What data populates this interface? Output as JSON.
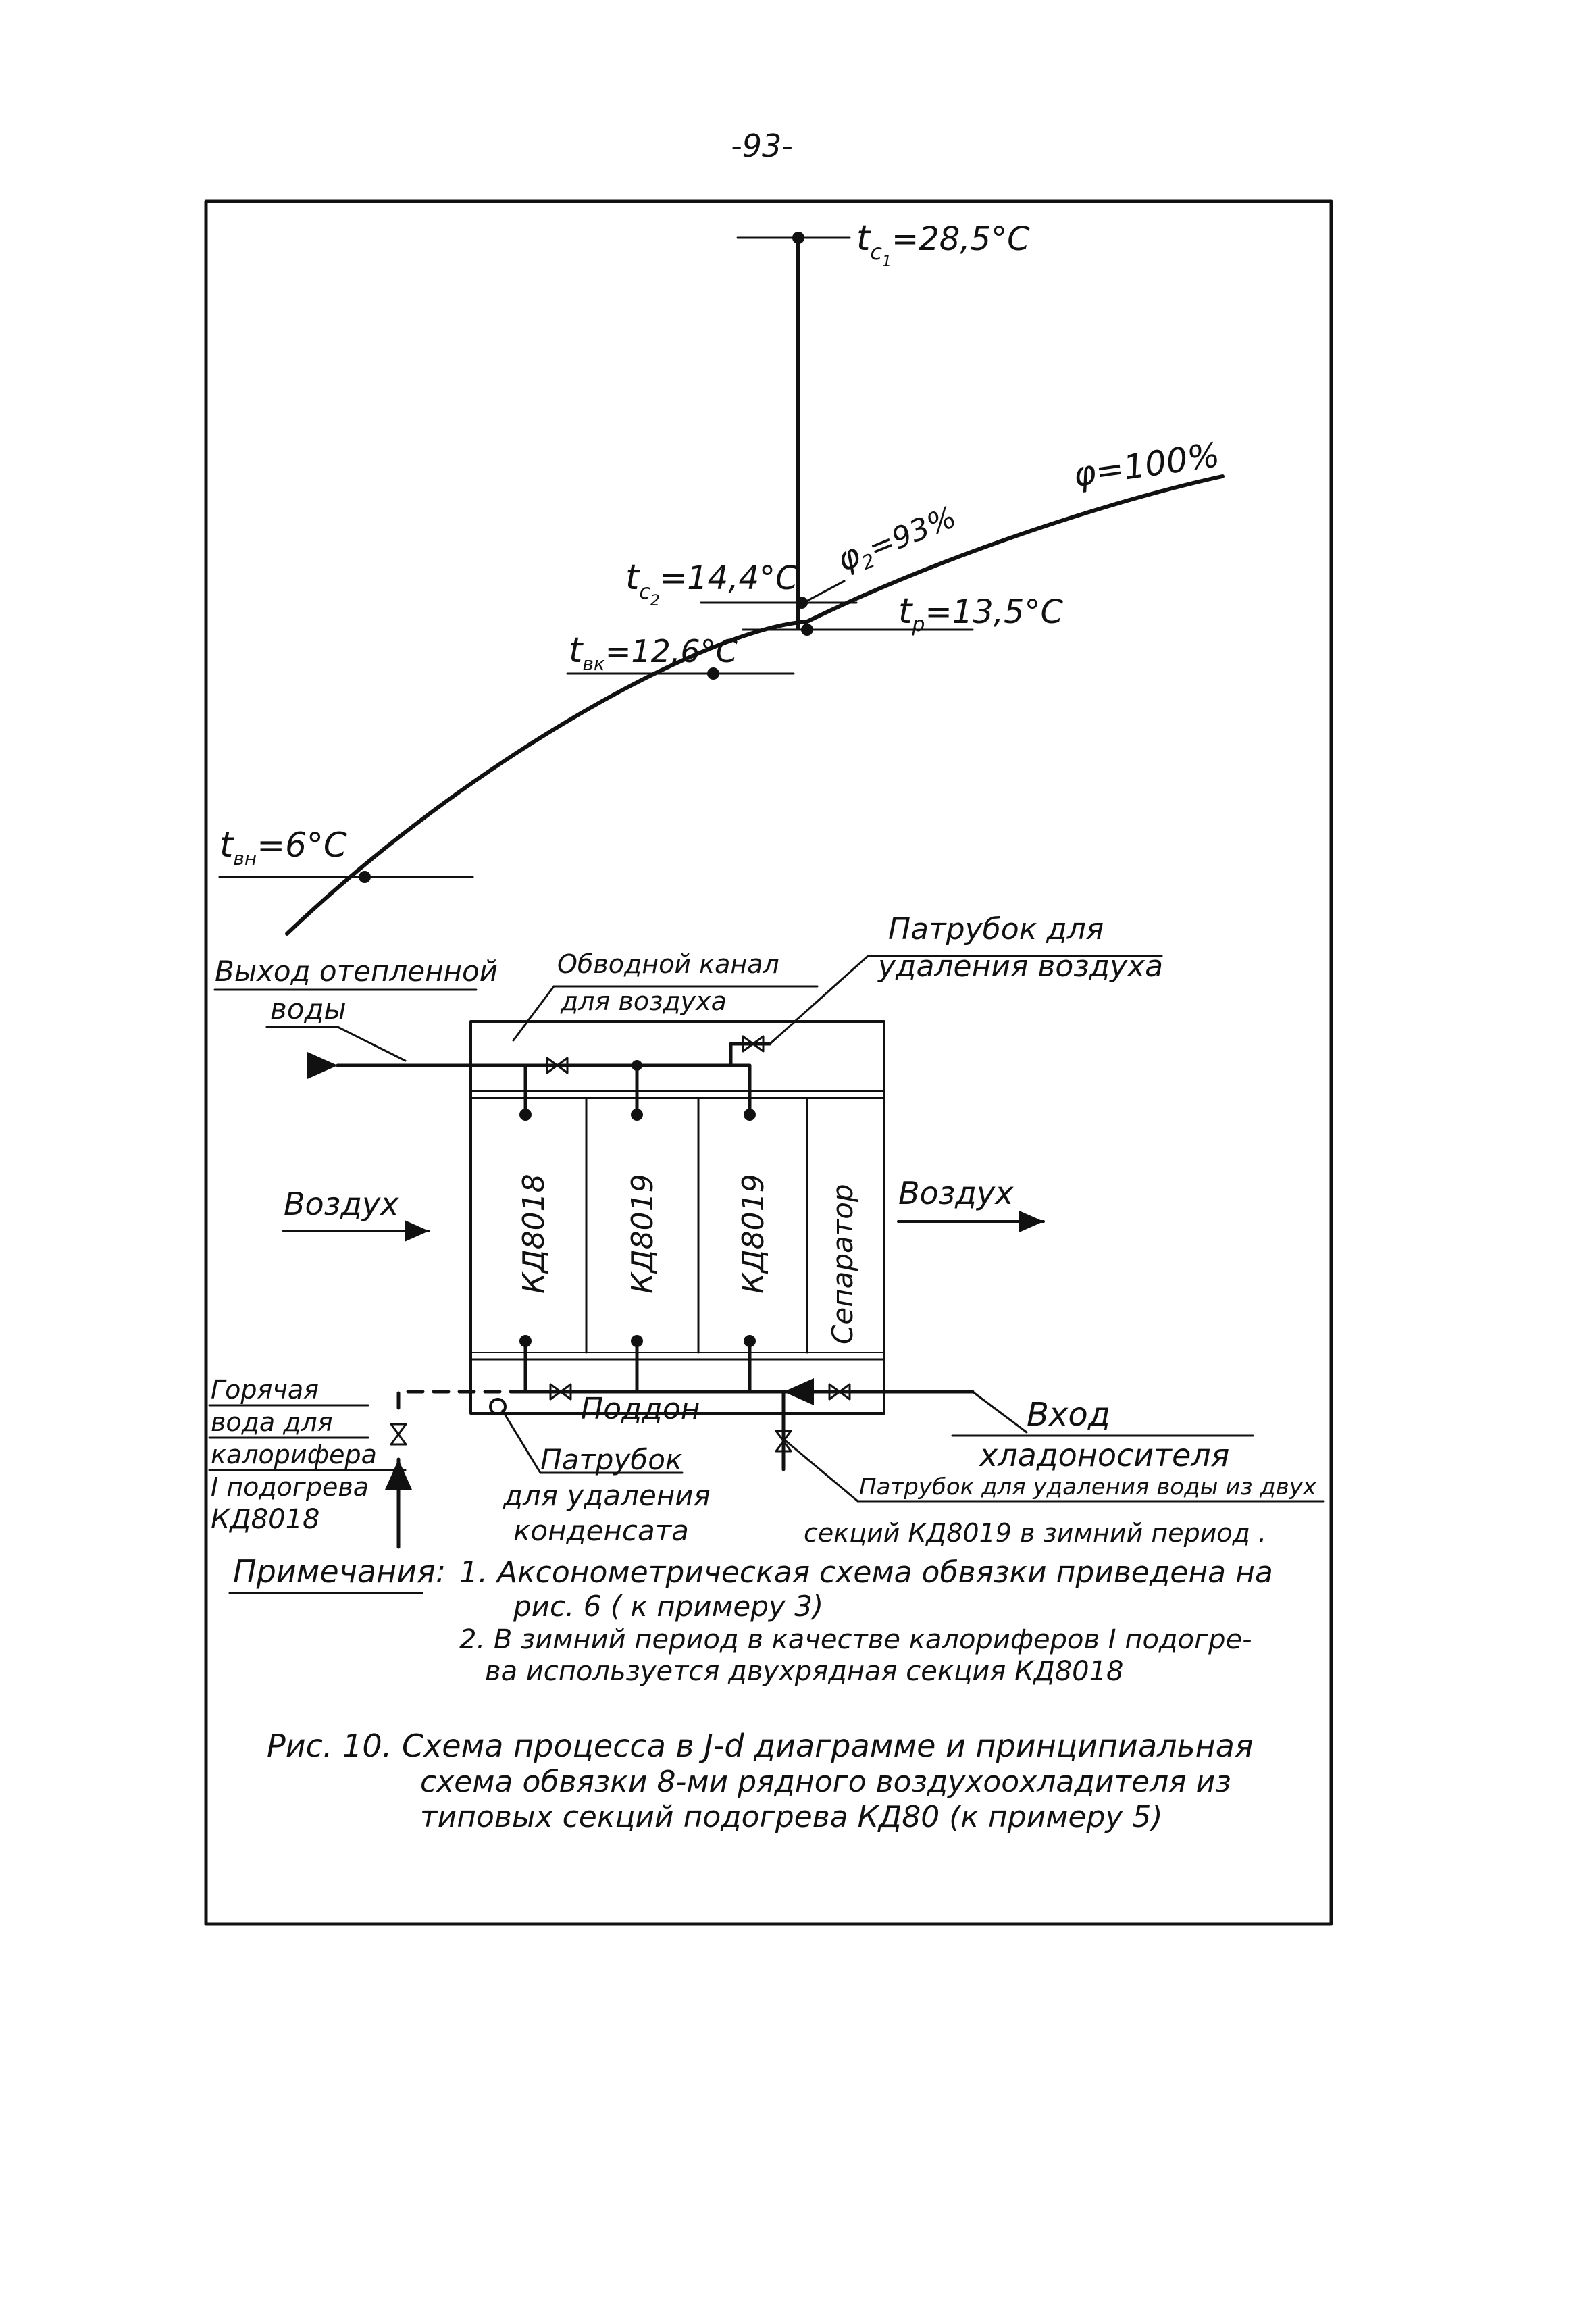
{
  "page_number": "-93-",
  "process": {
    "t_c1": "t",
    "t_c1_sub": "c",
    "t_c1_sub2": "1",
    "t_c1_value": "=28,5°C",
    "phi_100": "φ=100%",
    "t_c2": "t",
    "t_c2_sub": "c",
    "t_c2_sub2": "2",
    "t_c2_value": "=14,4°C",
    "phi_2": "φ",
    "phi_2_sub": "2",
    "phi_2_value": "=93%",
    "t_p": "t",
    "t_p_sub": "р",
    "t_p_value": "=13,5°C",
    "t_vk": "t",
    "t_vk_sub": "вк",
    "t_vk_value": "=12,6°C",
    "t_vn": "t",
    "t_vn_sub": "вн",
    "t_vn_value": "=6°C"
  },
  "scheme": {
    "vent_label_1": "Патрубок для",
    "vent_label_2": "удаления воздуха",
    "bypass_label_1": "Обводной канал",
    "bypass_label_2": "для воздуха",
    "outlet_label_1": "Выход отепленной",
    "outlet_label_2": "воды",
    "air_in": "Воздух",
    "air_out": "Воздух",
    "sections": [
      "КД8018",
      "КД8019",
      "КД8019",
      "Сепаратор"
    ],
    "tray": "Поддон",
    "coolant_in_1": "Вход",
    "coolant_in_2": "хладоносителя",
    "hot_water_1": "Горячая",
    "hot_water_2": "вода для",
    "hot_water_3": "калорифера",
    "hot_water_4": "I подогрева",
    "hot_water_5": "КД8018",
    "condensate_1": "Патрубок",
    "condensate_2": "для удаления",
    "condensate_3": "конденсата",
    "drain_1": "Патрубок для удаления воды из двух",
    "drain_2": "секций КД8019 в зимний период ."
  },
  "notes": {
    "heading": "Примечания:",
    "n1_a": "1. Аксонометрическая  схема обвязки приведена на",
    "n1_b": "рис. 6  ( к примеру 3)",
    "n2_a": "2. В  зимний  период в качестве калориферов I подогре-",
    "n2_b": "ва используется двухрядная секция КД8018"
  },
  "caption": {
    "line1": "Рис. 10.  Схема процесса в J-d диаграмме и принципиальная",
    "line2": "схема обвязки 8-ми рядного воздухоохладителя из",
    "line3": "типовых  секций  подогрева КД80  (к примеру 5)"
  }
}
